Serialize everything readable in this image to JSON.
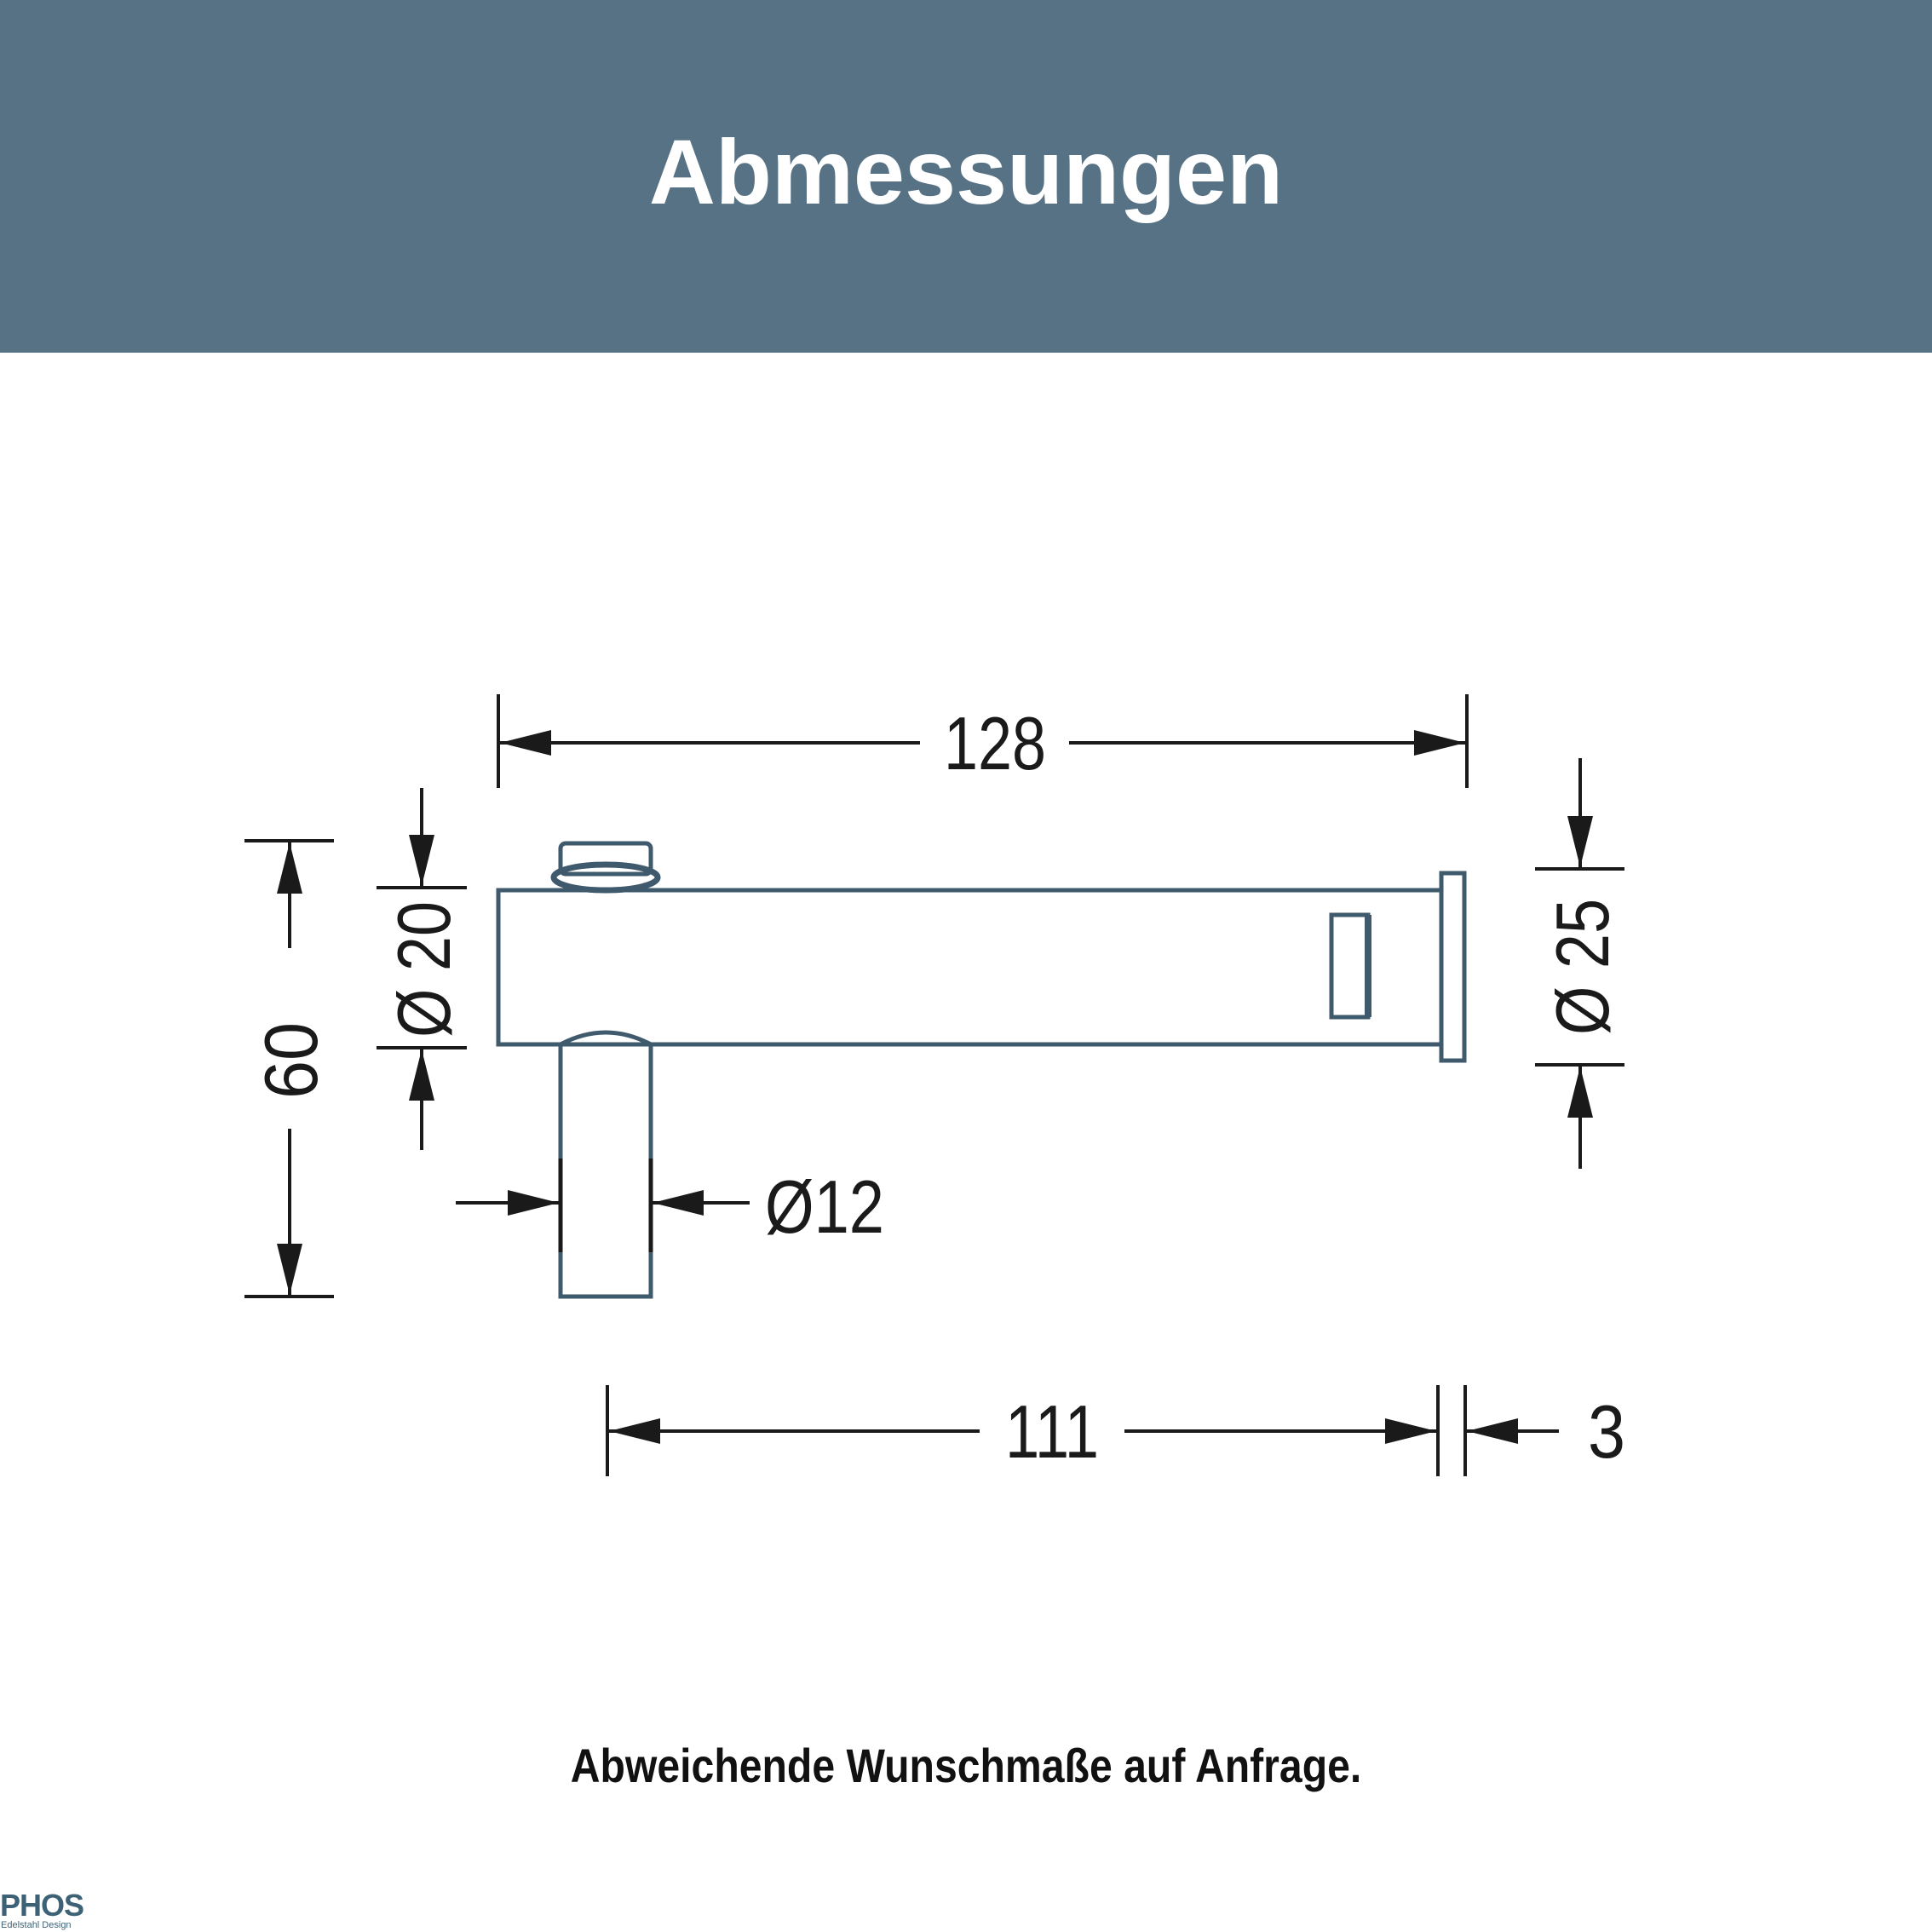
{
  "header": {
    "title": "Abmessungen",
    "background": "#577284"
  },
  "dimensions": {
    "overall_length": "128",
    "height": "60",
    "body_diameter": "Ø 20",
    "flange_diameter": "Ø 25",
    "spout_diameter": "Ø12",
    "projection_length": "111",
    "flange_thickness": "3"
  },
  "footer": {
    "note": "Abweichende Wunschmaße auf Anfrage."
  },
  "logo": {
    "word": "PHOS",
    "tagline": "Edelstahl Design"
  }
}
